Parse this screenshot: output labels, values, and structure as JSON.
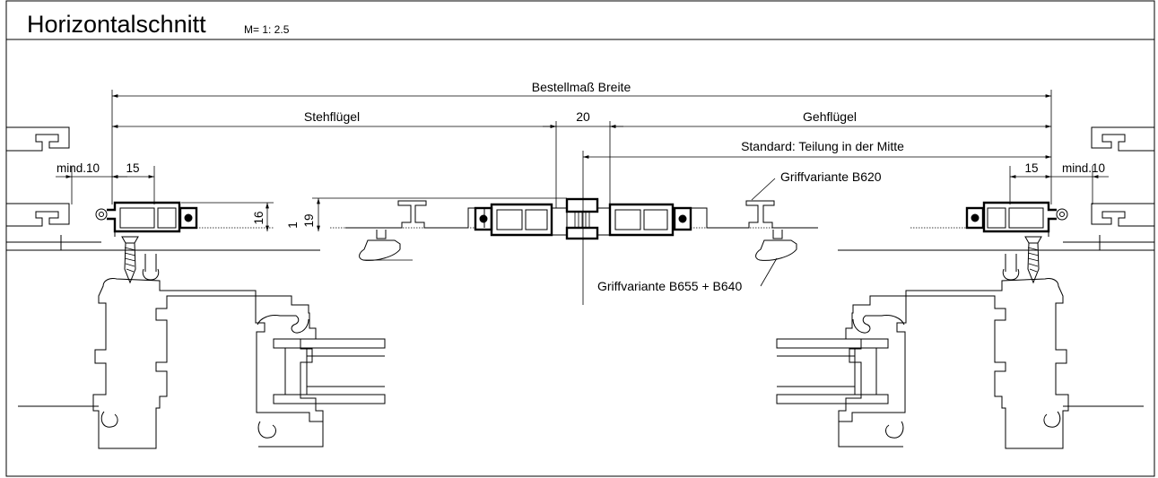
{
  "header": {
    "title": "Horizontalschnitt",
    "scale": "M= 1: 2.5"
  },
  "dimensions": {
    "overall_width": "Bestellmaß Breite",
    "fixed_leaf": "Stehflügel",
    "gap": "20",
    "active_leaf": "Gehflügel",
    "division": "Standard: Teilung in der Mitte",
    "min_left": "mind.10",
    "min_right": "mind.10",
    "offset_left": "15",
    "offset_right": "15",
    "height_16": "16",
    "height_19": "19",
    "small_1": "1"
  },
  "annotations": {
    "handle_top": "Griffvariante B620",
    "handle_bottom": "Griffvariante B655 + B640"
  }
}
